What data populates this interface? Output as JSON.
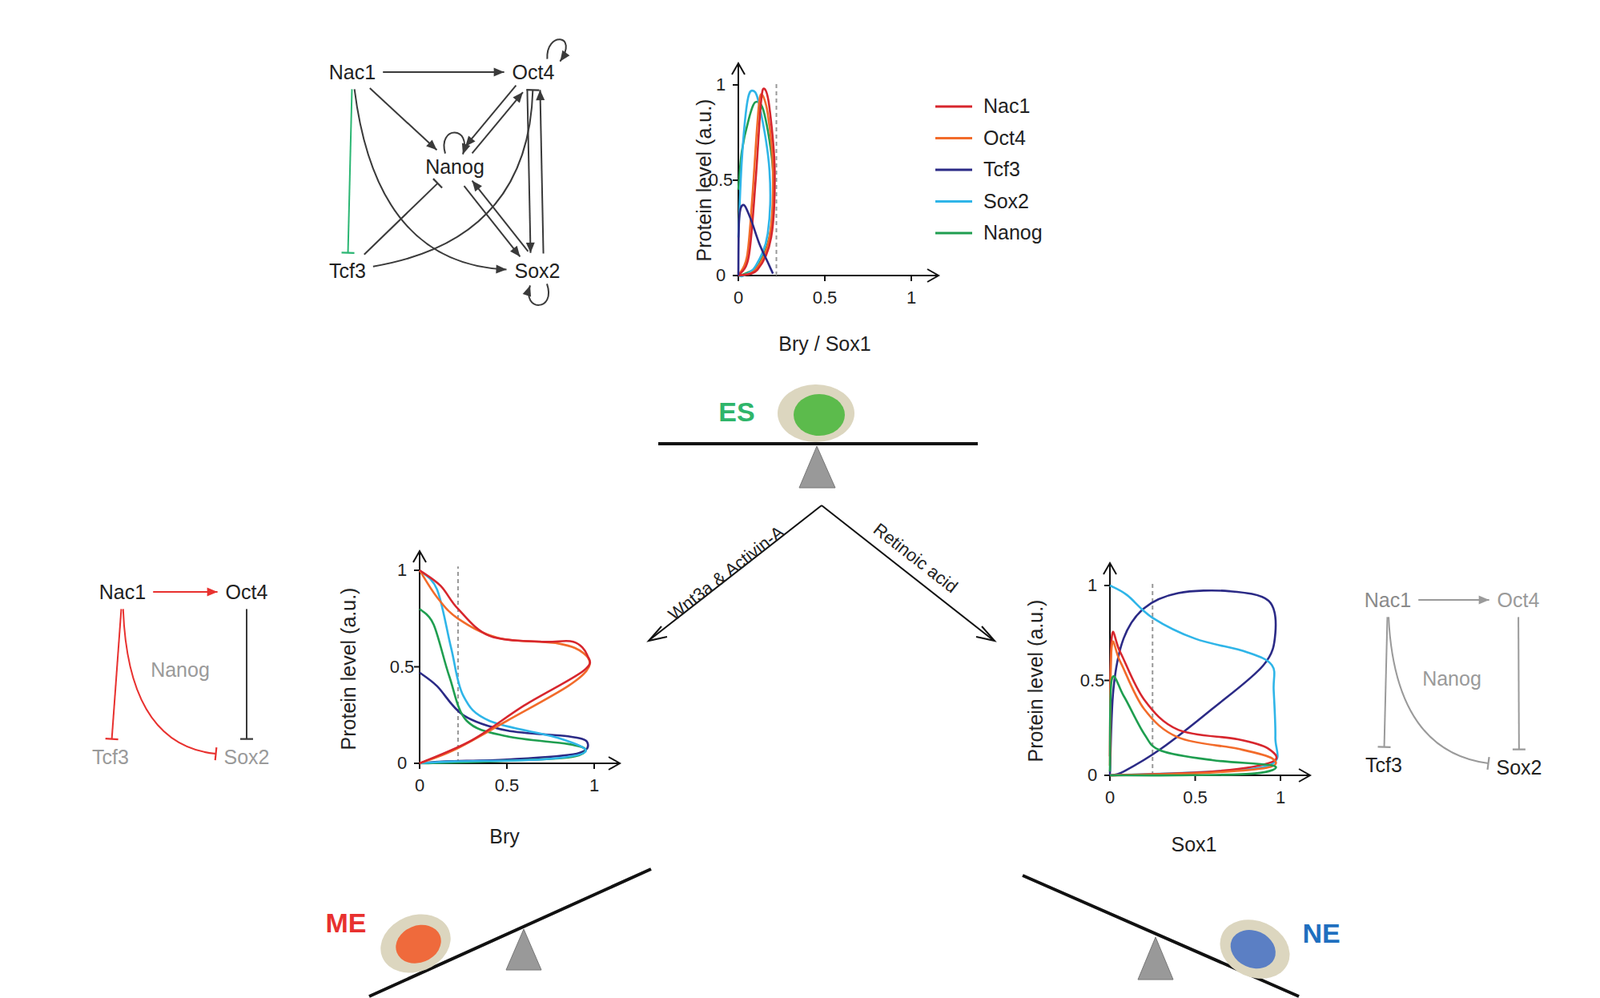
{
  "diagram": {
    "nodes": [
      {
        "text": [
          "Nac1"
        ]
      },
      {
        "text": [
          "Oct4"
        ]
      },
      {
        "text": [
          "Nanog"
        ]
      },
      {
        "text": [
          "Tcf3"
        ]
      },
      {
        "text": [
          "Sox2"
        ]
      },
      {
        "text": [
          "Nac1"
        ]
      },
      {
        "text": [
          "Oct4"
        ]
      },
      {
        "text": [
          "Nanog"
        ]
      },
      {
        "text": [
          "Tcf3"
        ]
      },
      {
        "text": [
          "Sox2"
        ]
      },
      {
        "text": [
          "Nac1"
        ]
      },
      {
        "text": [
          "Oct4"
        ]
      },
      {
        "text": [
          "Nanog"
        ]
      },
      {
        "text": [
          "Tcf3"
        ]
      },
      {
        "text": [
          "Sox2"
        ]
      }
    ],
    "edges": [
      {
        "from": 0,
        "to": 1,
        "arrow": "to"
      },
      {
        "from": 0,
        "to": 2,
        "arrow": "to"
      },
      {
        "from": 0,
        "to": 4,
        "arrow": "to"
      },
      {
        "from": 0,
        "to": 3,
        "arrow": "to"
      },
      {
        "from": 1,
        "to": 2,
        "arrow": "to"
      },
      {
        "from": 2,
        "to": 1,
        "arrow": "to"
      },
      {
        "from": 1,
        "to": 4,
        "arrow": "to"
      },
      {
        "from": 4,
        "to": 1,
        "arrow": "to"
      },
      {
        "from": 2,
        "to": 4,
        "arrow": "to"
      },
      {
        "from": 4,
        "to": 2,
        "arrow": "to"
      },
      {
        "from": 3,
        "to": 2,
        "arrow": "to"
      },
      {
        "from": 3,
        "to": 1,
        "arrow": "to"
      },
      {
        "from": 5,
        "to": 6,
        "arrow": "to"
      },
      {
        "from": 5,
        "to": 8,
        "arrow": "to"
      },
      {
        "from": 5,
        "to": 9,
        "arrow": "to"
      },
      {
        "from": 6,
        "to": 9,
        "arrow": "to"
      },
      {
        "from": 10,
        "to": 11,
        "arrow": "to"
      },
      {
        "from": 10,
        "to": 13,
        "arrow": "to"
      },
      {
        "from": 10,
        "to": 14,
        "arrow": "to"
      },
      {
        "from": 11,
        "to": 14,
        "arrow": "to"
      }
    ],
    "labels": [
      "Protein level (a.u.)",
      "1",
      "0.5",
      "0",
      "0",
      "0.5",
      "1",
      "Bry / Sox1",
      "ES",
      "Wnt3a & Activin-A",
      "Retinoic acid",
      "Protein level (a.u.)",
      "1",
      "0.5",
      "0",
      "0",
      "0.5",
      "1",
      "Bry",
      "Protein level (a.u.)",
      "1",
      "0.5",
      "0",
      "0",
      "0.5",
      "1",
      "Sox1",
      "ME",
      "NE"
    ],
    "legend": [
      {
        "text": "Nac1"
      },
      {
        "text": "Oct4"
      },
      {
        "text": "Tcf3"
      },
      {
        "text": "Sox2"
      },
      {
        "text": "Nanog"
      }
    ]
  }
}
